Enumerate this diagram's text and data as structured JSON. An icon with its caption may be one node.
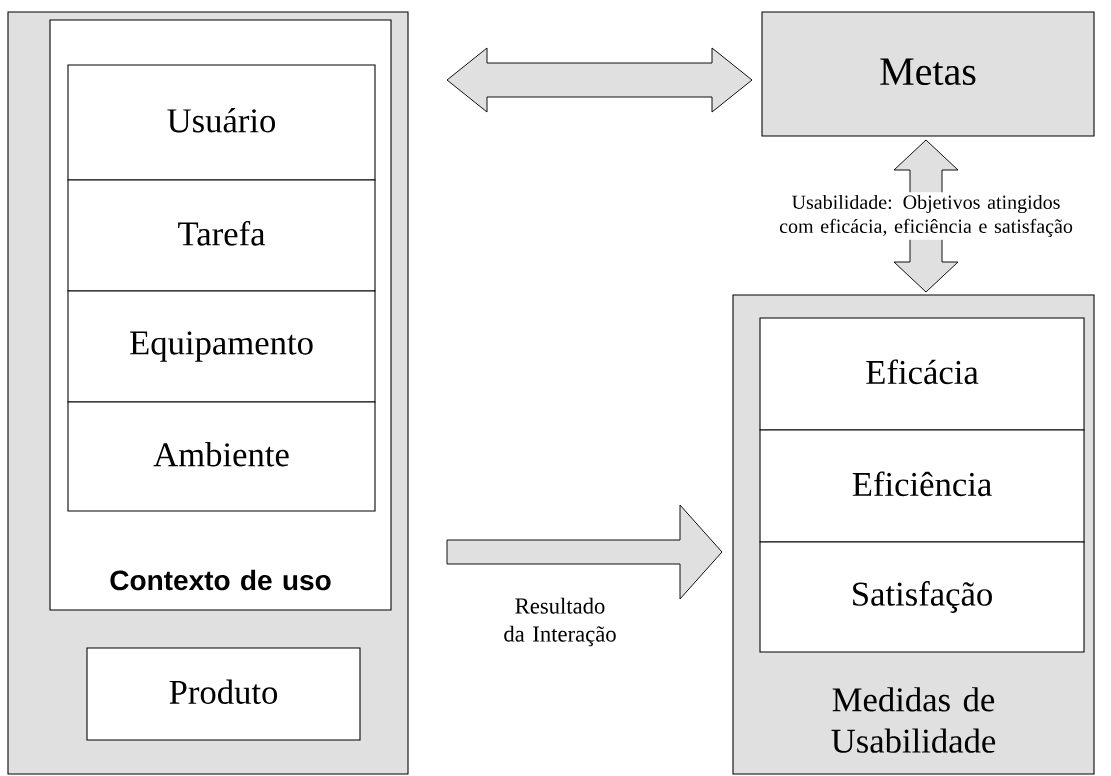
{
  "diagram": {
    "nodes": [
      {
        "text": [],
        "shape": "box"
      },
      {
        "text": [
          "Contexto de uso"
        ],
        "in": 0
      },
      {
        "text": [
          "Usuário"
        ],
        "in": 1
      },
      {
        "text": [
          "Tarefa"
        ],
        "in": 1
      },
      {
        "text": [
          "Equipamento"
        ],
        "in": 1
      },
      {
        "text": [
          "Ambiente"
        ],
        "in": 1
      },
      {
        "text": [
          "Produto"
        ],
        "in": 0
      },
      {
        "text": [
          "Metas"
        ]
      },
      {
        "text": [
          "Medidas de Usabilidade"
        ]
      },
      {
        "text": [
          "Eficácia"
        ],
        "in": 8
      },
      {
        "text": [
          "Eficiência"
        ],
        "in": 8
      },
      {
        "text": [
          "Satisfação"
        ],
        "in": 8
      }
    ],
    "edges": [
      {
        "from": 0,
        "to": 7,
        "arrow": "both"
      },
      {
        "from": 7,
        "to": 8,
        "arrow": "both",
        "label": "Usabilidade: Objetivos atingidos com eficácia, eficiência e satisfação"
      },
      {
        "from": 0,
        "to": 8,
        "arrow": "to",
        "label": "Resultado da Interação"
      }
    ]
  }
}
